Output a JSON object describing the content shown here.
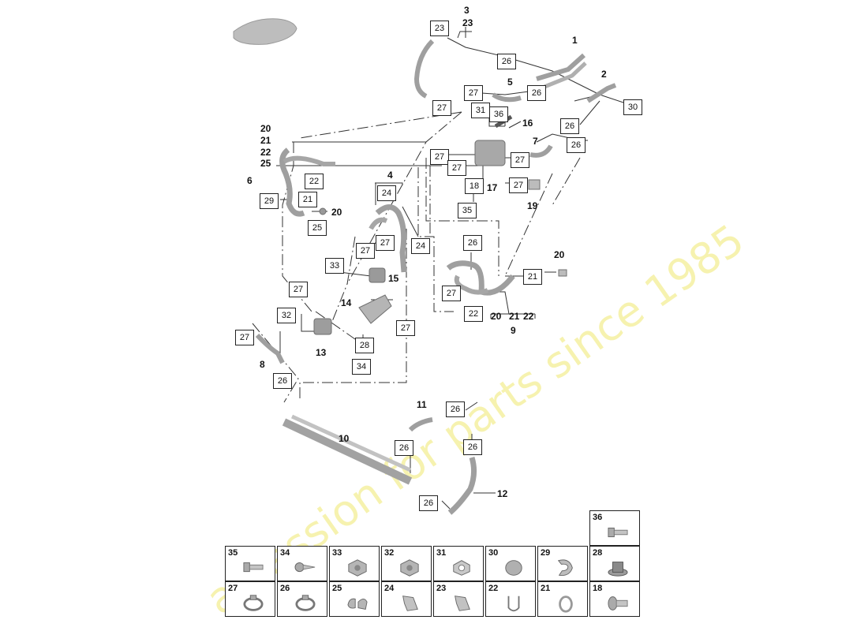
{
  "diagram": {
    "boxed_labels": [
      {
        "id": "b23a",
        "text": "23"
      },
      {
        "id": "b26a",
        "text": "26"
      },
      {
        "id": "b27a",
        "text": "27"
      },
      {
        "id": "b26b",
        "text": "26"
      },
      {
        "id": "b27b",
        "text": "27"
      },
      {
        "id": "b31",
        "text": "31"
      },
      {
        "id": "b36",
        "text": "36"
      },
      {
        "id": "b30",
        "text": "30"
      },
      {
        "id": "b26c",
        "text": "26"
      },
      {
        "id": "b26d",
        "text": "26"
      },
      {
        "id": "b27c",
        "text": "27"
      },
      {
        "id": "b27d",
        "text": "27"
      },
      {
        "id": "b27e",
        "text": "27"
      },
      {
        "id": "b18",
        "text": "18"
      },
      {
        "id": "b27f",
        "text": "27"
      },
      {
        "id": "b35",
        "text": "35"
      },
      {
        "id": "b22a",
        "text": "22"
      },
      {
        "id": "b21a",
        "text": "21"
      },
      {
        "id": "b29",
        "text": "29"
      },
      {
        "id": "b25",
        "text": "25"
      },
      {
        "id": "b24a",
        "text": "24"
      },
      {
        "id": "b27g",
        "text": "27"
      },
      {
        "id": "b27h",
        "text": "27"
      },
      {
        "id": "b24b",
        "text": "24"
      },
      {
        "id": "b33",
        "text": "33"
      },
      {
        "id": "b26e",
        "text": "26"
      },
      {
        "id": "b21b",
        "text": "21"
      },
      {
        "id": "b27i",
        "text": "27"
      },
      {
        "id": "b27j",
        "text": "27"
      },
      {
        "id": "b22b",
        "text": "22"
      },
      {
        "id": "b32",
        "text": "32"
      },
      {
        "id": "b28",
        "text": "28"
      },
      {
        "id": "b27k",
        "text": "27"
      },
      {
        "id": "b27l",
        "text": "27"
      },
      {
        "id": "b34",
        "text": "34"
      },
      {
        "id": "b26f",
        "text": "26"
      },
      {
        "id": "b26g",
        "text": "26"
      },
      {
        "id": "b26h",
        "text": "26"
      },
      {
        "id": "b26i",
        "text": "26"
      },
      {
        "id": "b26j",
        "text": "26"
      }
    ],
    "bold_labels": [
      {
        "id": "l3",
        "text": "3"
      },
      {
        "id": "l23",
        "text": "23"
      },
      {
        "id": "l1",
        "text": "1"
      },
      {
        "id": "l2",
        "text": "2"
      },
      {
        "id": "l5",
        "text": "5"
      },
      {
        "id": "l16",
        "text": "16"
      },
      {
        "id": "l7",
        "text": "7"
      },
      {
        "id": "l17",
        "text": "17"
      },
      {
        "id": "l19",
        "text": "19"
      },
      {
        "id": "l20a",
        "text": "20"
      },
      {
        "id": "l21a",
        "text": "21"
      },
      {
        "id": "l22a",
        "text": "22"
      },
      {
        "id": "l25a",
        "text": "25"
      },
      {
        "id": "l6",
        "text": "6"
      },
      {
        "id": "l20b",
        "text": "20"
      },
      {
        "id": "l4",
        "text": "4"
      },
      {
        "id": "l15",
        "text": "15"
      },
      {
        "id": "l14",
        "text": "14"
      },
      {
        "id": "l13",
        "text": "13"
      },
      {
        "id": "l20c",
        "text": "20"
      },
      {
        "id": "l20d",
        "text": "20"
      },
      {
        "id": "l21d",
        "text": "21"
      },
      {
        "id": "l22d",
        "text": "22"
      },
      {
        "id": "l9",
        "text": "9"
      },
      {
        "id": "l8",
        "text": "8"
      },
      {
        "id": "l11",
        "text": "11"
      },
      {
        "id": "l10",
        "text": "10"
      },
      {
        "id": "l12",
        "text": "12"
      }
    ]
  },
  "legend": [
    {
      "num": "36",
      "icon": "bolt-flange"
    },
    {
      "num": "35",
      "icon": "bolt-hex"
    },
    {
      "num": "34",
      "icon": "bolt-thread"
    },
    {
      "num": "33",
      "icon": "nut-flange"
    },
    {
      "num": "32",
      "icon": "nut-flange"
    },
    {
      "num": "31",
      "icon": "nut-hex"
    },
    {
      "num": "30",
      "icon": "nut-cap"
    },
    {
      "num": "29",
      "icon": "clip"
    },
    {
      "num": "28",
      "icon": "grommet"
    },
    {
      "num": "27",
      "icon": "hose-clamp"
    },
    {
      "num": "26",
      "icon": "hose-clamp"
    },
    {
      "num": "25",
      "icon": "double-clip"
    },
    {
      "num": "24",
      "icon": "holder"
    },
    {
      "num": "23",
      "icon": "holder"
    },
    {
      "num": "22",
      "icon": "spring-clip"
    },
    {
      "num": "21",
      "icon": "o-ring"
    },
    {
      "num": "18",
      "icon": "screw-pan"
    }
  ],
  "watermark": {
    "text": "a passion for parts since 1985"
  },
  "colors": {
    "line": "#333333",
    "part": "#b8b8b8",
    "part_dark": "#7d7d7d",
    "watermark": "#eee86e"
  }
}
